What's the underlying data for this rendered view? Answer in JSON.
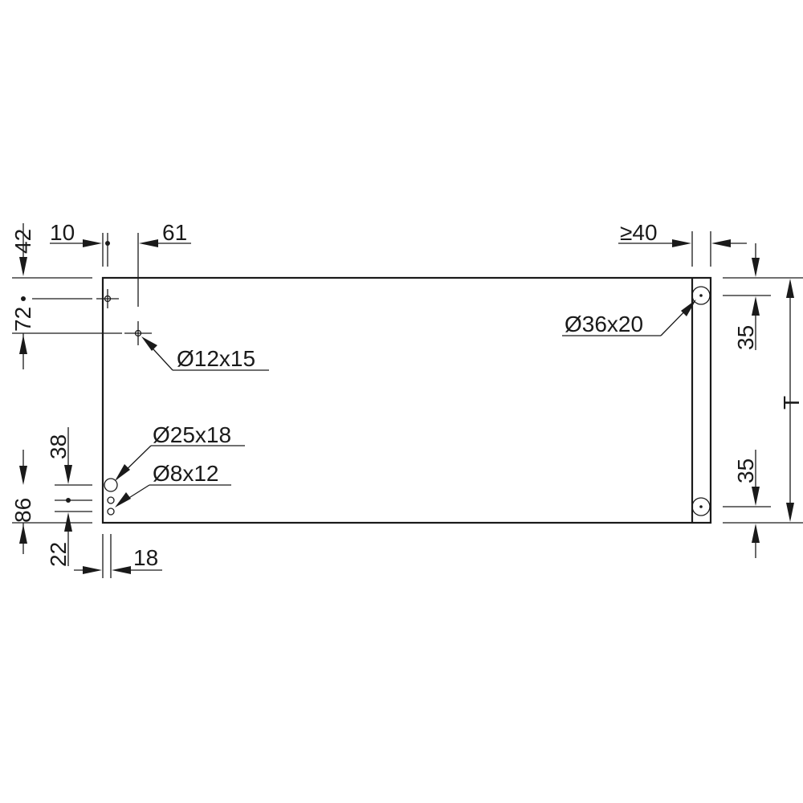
{
  "dimensions": {
    "left_top_offset": "42",
    "edge_offset": "10",
    "hole_set_offset": "61",
    "hole_spacing_vertical": "72",
    "hole_offset_38": "38",
    "bottom_offset_86": "86",
    "bottom_offset_22": "22",
    "panel_thickness": "18",
    "clearance": "≥40",
    "right_offset_top": "35",
    "right_offset_bottom": "35",
    "depth": "T"
  },
  "holes": {
    "hole_12x15": "Ø12x15",
    "hole_25x18": "Ø25x18",
    "hole_8x12": "Ø8x12",
    "hole_36x20": "Ø36x20"
  },
  "colors": {
    "line": "#1a1a1a",
    "background": "#ffffff"
  }
}
